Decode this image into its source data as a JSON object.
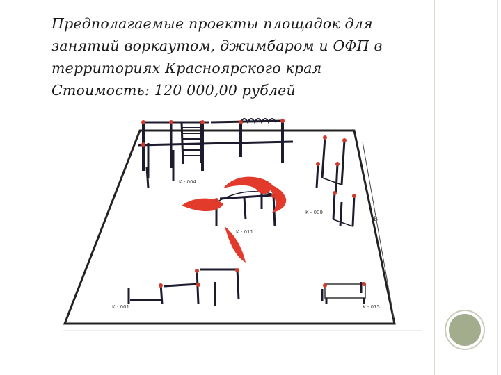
{
  "slide": {
    "title_lines": [
      "Предполагаемые проекты площадок для",
      "занятий воркаутом, джимбаром и ОФП в",
      "территориях Красноярского края",
      "Стоимость: 120 000,00 рублей"
    ]
  },
  "figure": {
    "labels": {
      "k004": "K - 004",
      "k009": "K - 009",
      "k011": "K - 011",
      "k001": "K - 001",
      "k015": "K - 015",
      "dimension": "B"
    }
  },
  "colors": {
    "title_text": "#1a1a1a",
    "accent_circle": "#a3ad8d",
    "frame_line": "#d8dccf",
    "equipment": "#1c1c2e",
    "joints": "#d23a2a",
    "logo_red": "#e23b2b"
  }
}
